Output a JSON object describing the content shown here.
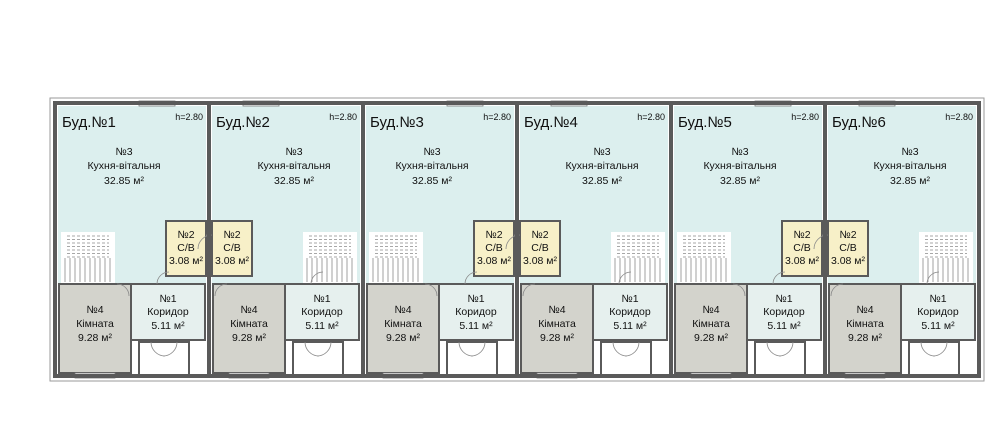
{
  "colors": {
    "wall": "#5a5a5a",
    "kitchen": "#dcefee",
    "bathroom": "#f7f0c8",
    "room": "#d3d3cc",
    "corridor": "#e6f0ee",
    "stair": "#ffffff"
  },
  "ceiling_height": "h=2.80",
  "rooms": {
    "kitchen": {
      "num": "№3",
      "name": "Кухня-вітальня",
      "area": "32.85 м²"
    },
    "bathroom": {
      "num": "№2",
      "name": "С/В",
      "area": "3.08 м²"
    },
    "room": {
      "num": "№4",
      "name": "Кімната",
      "area": "9.28 м²"
    },
    "corridor": {
      "num": "№1",
      "name": "Коридор",
      "area": "5.11 м²"
    }
  },
  "units": [
    {
      "title": "Буд.№1",
      "mirrored": false
    },
    {
      "title": "Буд.№2",
      "mirrored": true
    },
    {
      "title": "Буд.№3",
      "mirrored": false
    },
    {
      "title": "Буд.№4",
      "mirrored": true
    },
    {
      "title": "Буд.№5",
      "mirrored": false
    },
    {
      "title": "Буд.№6",
      "mirrored": true
    }
  ]
}
